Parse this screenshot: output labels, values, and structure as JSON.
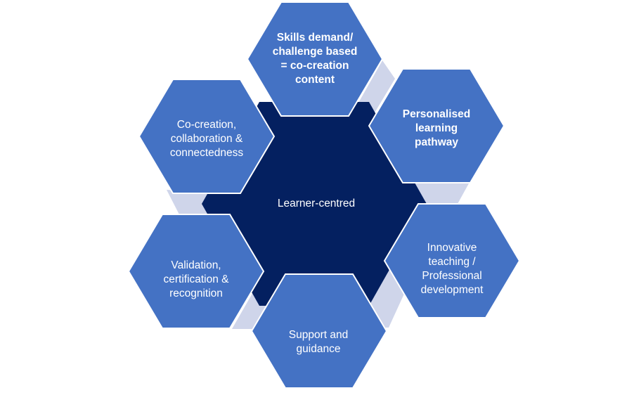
{
  "colors": {
    "hex": "#4472c4",
    "center": "#042060",
    "connector": "#cfd5ea",
    "stroke": "#ffffff"
  },
  "center": {
    "label": "Learner-centred"
  },
  "hexes": [
    {
      "label": "Skills demand/\nchallenge based\n= co-creation\ncontent"
    },
    {
      "label": "Personalised\nlearning\npathway"
    },
    {
      "label": "Innovative\nteaching /\nProfessional\ndevelopment"
    },
    {
      "label": "Support and\nguidance"
    },
    {
      "label": "Validation,\ncertification &\nrecognition"
    },
    {
      "label": "Co-creation,\ncollaboration &\nconnectedness"
    }
  ]
}
